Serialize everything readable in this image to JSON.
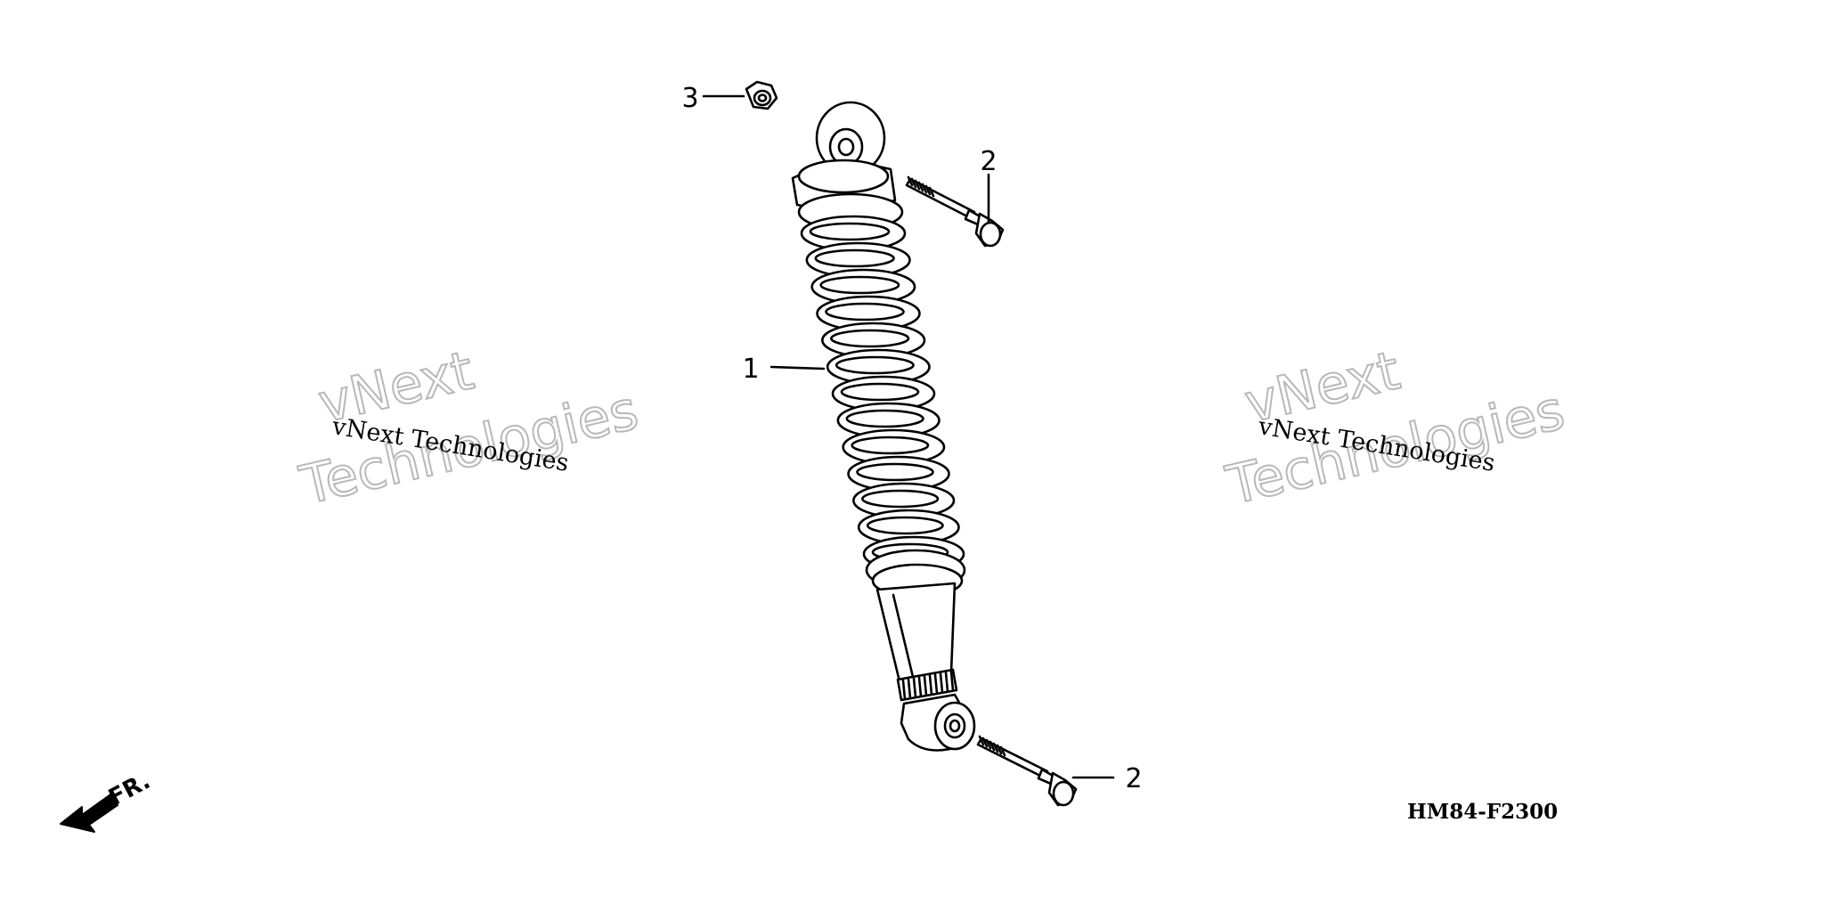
{
  "diagram": {
    "callouts": [
      {
        "id": "shock-absorber",
        "number": "1"
      },
      {
        "id": "upper-bolt",
        "number": "2"
      },
      {
        "id": "lower-bolt",
        "number": "2"
      },
      {
        "id": "nut",
        "number": "3"
      }
    ],
    "watermark": {
      "small_text": "vNext Technologies",
      "big_line1": "vNext",
      "big_line2": "Technologies"
    },
    "diagram_code": "HM84-F2300",
    "direction_label": "FR."
  }
}
